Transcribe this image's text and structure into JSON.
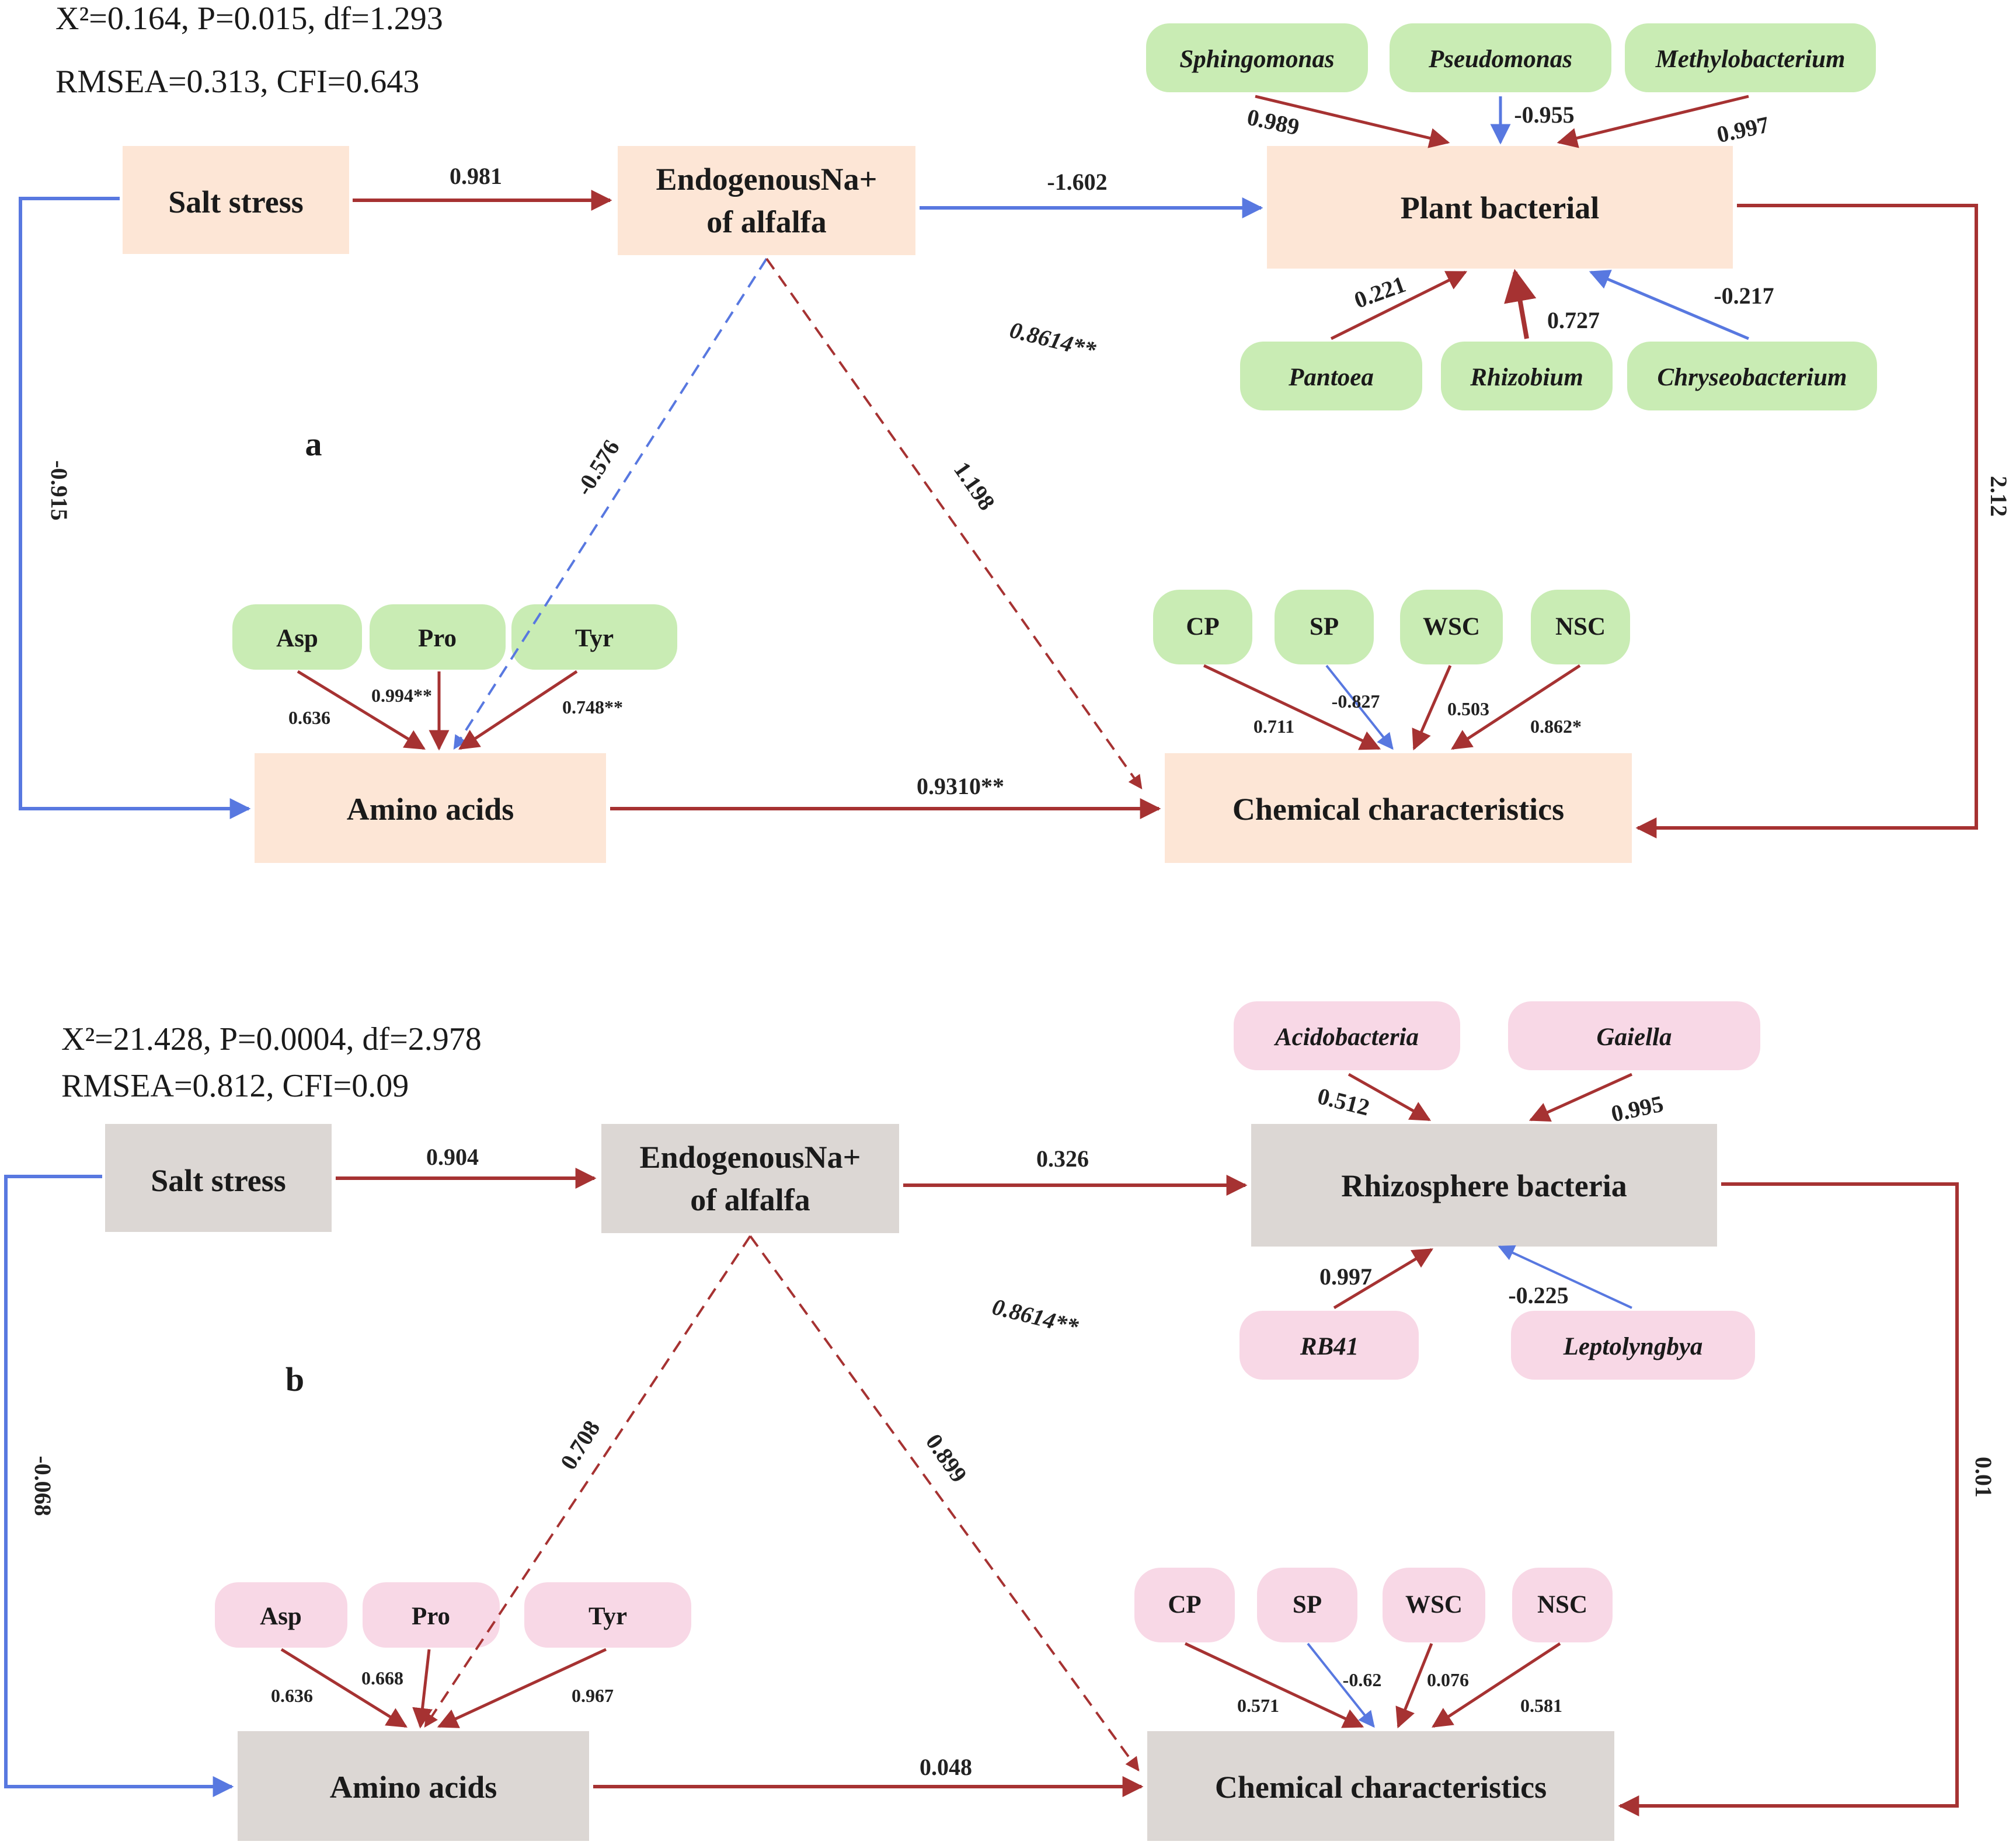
{
  "colors": {
    "positive_path": "#a63232",
    "negative_path": "#5878e0",
    "main_box_a": "#fde6d6",
    "sub_box_a": "#c9ecb4",
    "main_box_b": "#dcd7d4",
    "sub_box_b": "#f8d8e6"
  },
  "panel_a": {
    "label": "a",
    "fit_line1": "X²=0.164, P=0.015, df=1.293",
    "fit_line2": "RMSEA=0.313, CFI=0.643",
    "nodes": {
      "salt_stress": "Salt stress",
      "endogenous_line1": "EndogenousNa+",
      "endogenous_line2": "of alfalfa",
      "plant_bacterial": "Plant bacterial",
      "amino_acids": "Amino acids",
      "chemical": "Chemical characteristics"
    },
    "bacteria": {
      "sphingomonas": "Sphingomonas",
      "pseudomonas": "Pseudomonas",
      "methylobacterium": "Methylobacterium",
      "pantoea": "Pantoea",
      "rhizobium": "Rhizobium",
      "chryseobacterium": "Chryseobacterium"
    },
    "amino": {
      "asp": "Asp",
      "pro": "Pro",
      "tyr": "Tyr"
    },
    "chem": {
      "cp": "CP",
      "sp": "SP",
      "wsc": "WSC",
      "nsc": "NSC"
    },
    "coefficients": {
      "salt_to_endo": "0.981",
      "endo_to_bact": "-1.602",
      "salt_to_amino": "-0.915",
      "endo_to_amino": "-0.576",
      "endo_to_chem": "1.198",
      "bact_to_chem": "2.12",
      "amino_to_chem": "0.9310**",
      "correlation": "0.8614**",
      "sphingomonas": "0.989",
      "pseudomonas": "-0.955",
      "methylobacterium": "0.997",
      "pantoea": "0.221",
      "rhizobium": "0.727",
      "chryseobacterium": "-0.217",
      "asp": "0.636",
      "pro": "0.994**",
      "tyr": "0.748**",
      "cp": "0.711",
      "sp": "-0.827",
      "wsc": "0.503",
      "nsc": "0.862*"
    }
  },
  "panel_b": {
    "label": "b",
    "fit_line1": "X²=21.428, P=0.0004, df=2.978",
    "fit_line2": "RMSEA=0.812, CFI=0.09",
    "nodes": {
      "salt_stress": "Salt stress",
      "endogenous_line1": "EndogenousNa+",
      "endogenous_line2": "of alfalfa",
      "rhizosphere": "Rhizosphere bacteria",
      "amino_acids": "Amino acids",
      "chemical": "Chemical characteristics"
    },
    "bacteria": {
      "acidobacteria": "Acidobacteria",
      "gaiella": "Gaiella",
      "rb41": "RB41",
      "leptolyngbya": "Leptolyngbya"
    },
    "amino": {
      "asp": "Asp",
      "pro": "Pro",
      "tyr": "Tyr"
    },
    "chem": {
      "cp": "CP",
      "sp": "SP",
      "wsc": "WSC",
      "nsc": "NSC"
    },
    "coefficients": {
      "salt_to_endo": "0.904",
      "endo_to_bact": "0.326",
      "salt_to_amino": "-0.068",
      "endo_to_amino": "0.708",
      "endo_to_chem": "0.899",
      "bact_to_chem": "0.01",
      "amino_to_chem": "0.048",
      "correlation": "0.8614**",
      "acidobacteria": "0.512",
      "gaiella": "0.995",
      "rb41": "0.997",
      "leptolyngbya": "-0.225",
      "asp": "0.636",
      "pro": "0.668",
      "tyr": "0.967",
      "cp": "0.571",
      "sp": "-0.62",
      "wsc": "0.076",
      "nsc": "0.581"
    }
  }
}
